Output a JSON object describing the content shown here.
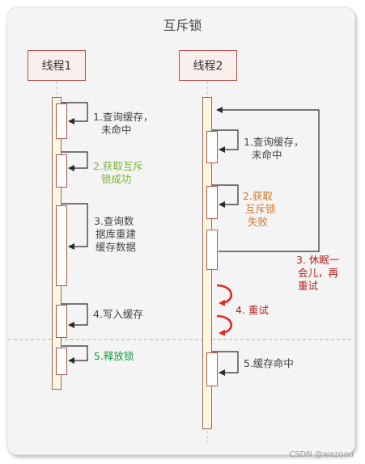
{
  "title": "互斥锁",
  "thread1": {
    "label": "线程1",
    "steps": {
      "s1": [
        "1.查询缓存，",
        "未命中"
      ],
      "s2": [
        "2.获取互斥",
        "锁成功"
      ],
      "s3": [
        "3.查询数",
        "据库重建",
        "缓存数据"
      ],
      "s4": "4.写入缓存",
      "s5": "5.释放锁"
    }
  },
  "thread2": {
    "label": "线程2",
    "steps": {
      "s1": [
        "1.查询缓存，",
        "未命中"
      ],
      "s2": [
        "2.获取",
        "互斥锁",
        "失败"
      ],
      "s3": [
        "3. 休眠一",
        "会儿，再",
        "重试"
      ],
      "s4": "4. 重试",
      "s5": "5.缓存命中"
    }
  },
  "colors": {
    "default_text": "#444444",
    "success_green": "#7ab33a",
    "fail_orange": "#d4762b",
    "retry_red": "#b0221f",
    "release_green": "#1a9a43",
    "arrow_red": "#e02a20"
  },
  "watermark": "CSDN @wazoou"
}
